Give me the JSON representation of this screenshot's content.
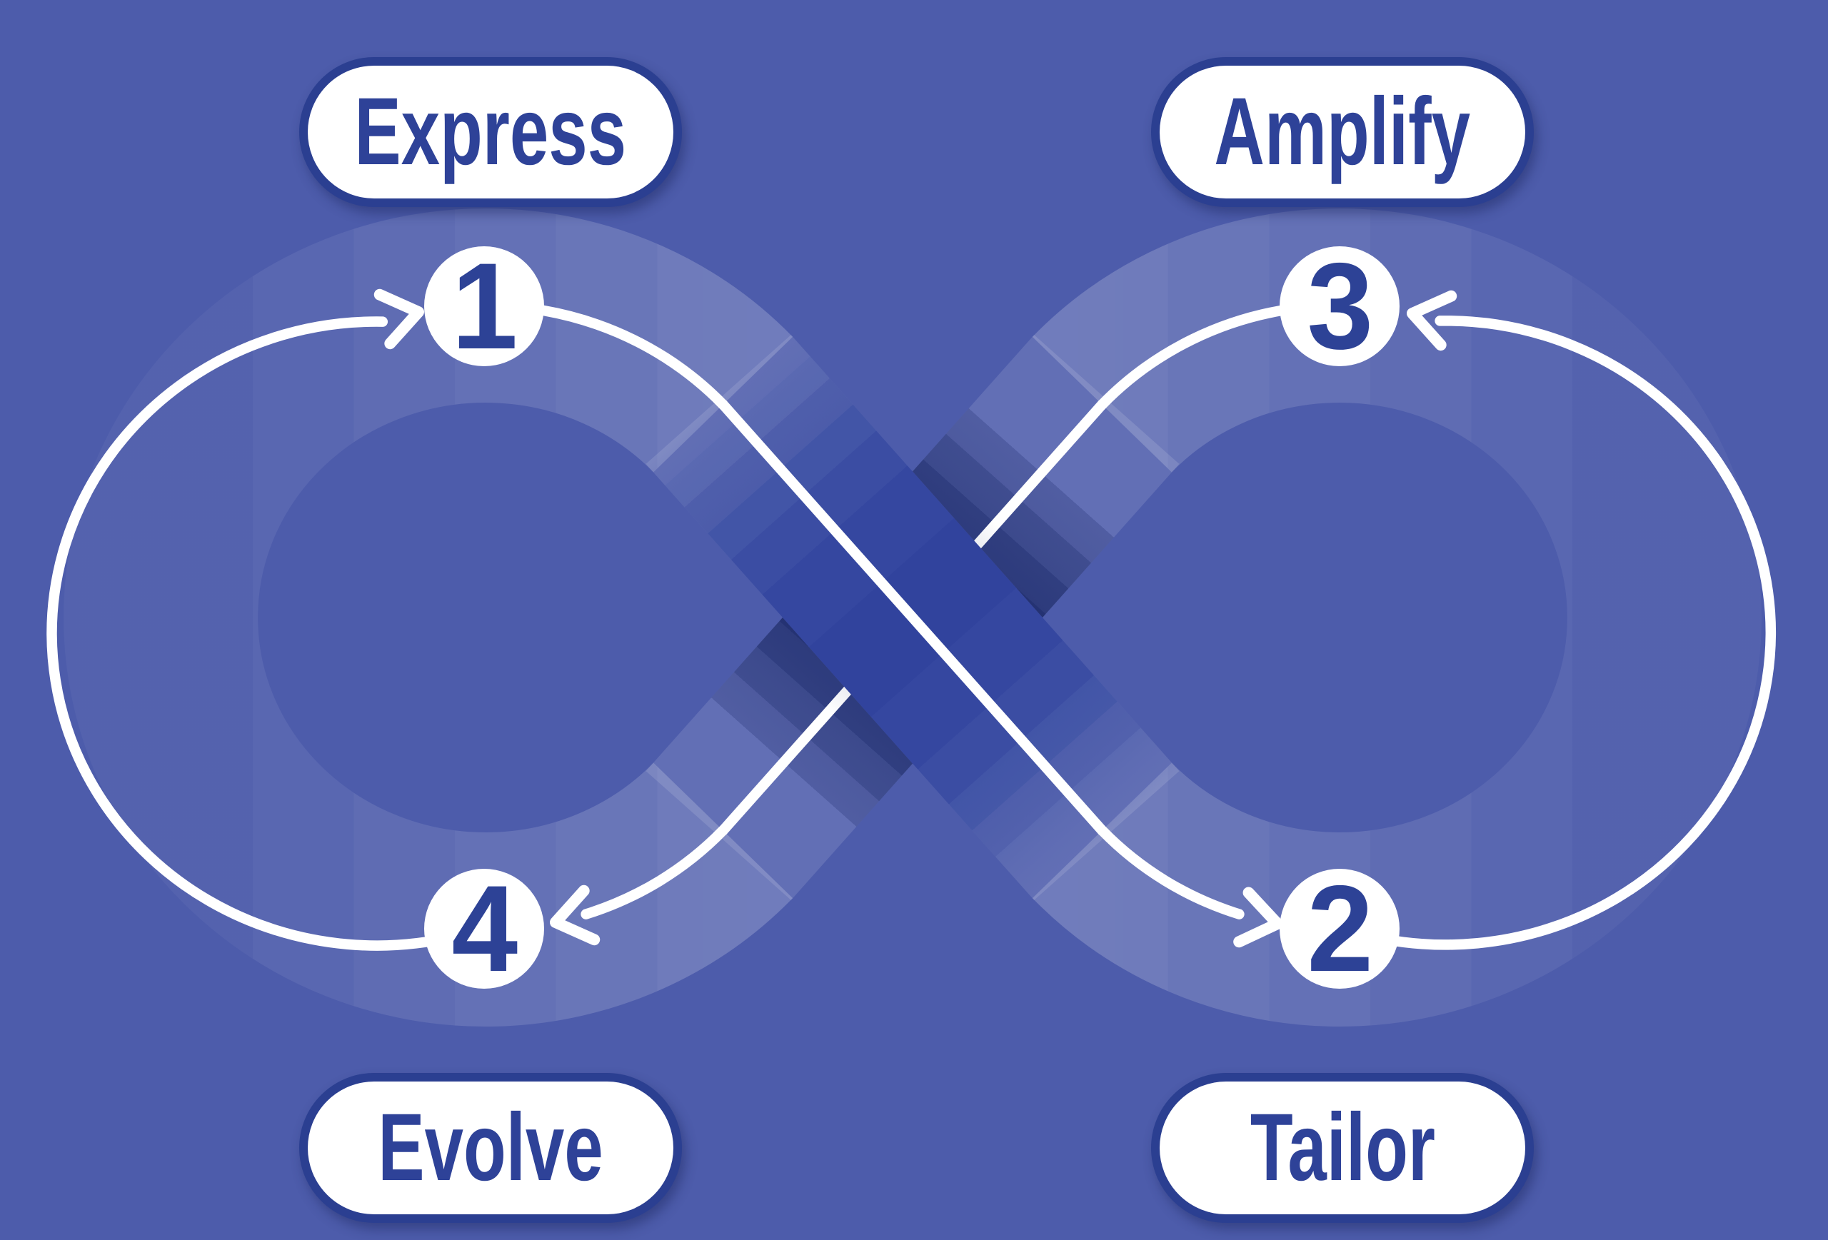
{
  "diagram": {
    "type": "infinity-loop-process",
    "background_color": "#4d5cab",
    "ribbon_light_color": "#6d79b9",
    "ribbon_over_color": "#31439d",
    "ribbon_shadow_color": "#1c2a69",
    "outline_color": "#2b3f91",
    "text_color": "#2e4298",
    "flow_line_color": "#ffffff",
    "flow_order": "1-2-3-4-1",
    "steps": [
      {
        "number": "1",
        "label": "Express",
        "position": "top-left"
      },
      {
        "number": "2",
        "label": "Tailor",
        "position": "bottom-right"
      },
      {
        "number": "3",
        "label": "Amplify",
        "position": "top-right"
      },
      {
        "number": "4",
        "label": "Evolve",
        "position": "bottom-left"
      }
    ],
    "pills": [
      {
        "text": "Express",
        "position": "top-left"
      },
      {
        "text": "Amplify",
        "position": "top-right"
      },
      {
        "text": "Evolve",
        "position": "bottom-left"
      },
      {
        "text": "Tailor",
        "position": "bottom-right"
      }
    ]
  }
}
